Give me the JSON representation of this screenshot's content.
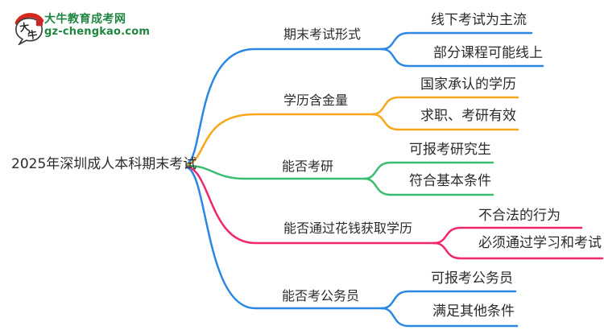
{
  "logo": {
    "icon_name": "daniu-speech-bubble-icon",
    "icon_chars": [
      "大",
      "牛"
    ],
    "title": "大牛教育成考网",
    "domain": "gz-chengkao.com",
    "brand_green": "#1e8640",
    "brand_red": "#d5281e"
  },
  "colors": {
    "text": "#2b2b2b",
    "blue": "#2b87e4",
    "orange": "#f9a61b",
    "green": "#3abd70",
    "pink": "#f0266f"
  },
  "mindmap": {
    "root_label": "2025年深圳成人本科期末考试",
    "branches": [
      {
        "label": "期末考试形式",
        "color": "#2b87e4",
        "children": [
          "线下考试为主流",
          "部分课程可能线上"
        ]
      },
      {
        "label": "学历含金量",
        "color": "#f9a61b",
        "children": [
          "国家承认的学历",
          "求职、考研有效"
        ]
      },
      {
        "label": "能否考研",
        "color": "#3abd70",
        "children": [
          "可报考研究生",
          "符合基本条件"
        ]
      },
      {
        "label": "能否通过花钱获取学历",
        "color": "#f0266f",
        "children": [
          "不合法的行为",
          "必须通过学习和考试"
        ]
      },
      {
        "label": "能否考公务员",
        "color": "#2b87e4",
        "children": [
          "可报考公务员",
          "满足其他条件"
        ]
      }
    ]
  }
}
